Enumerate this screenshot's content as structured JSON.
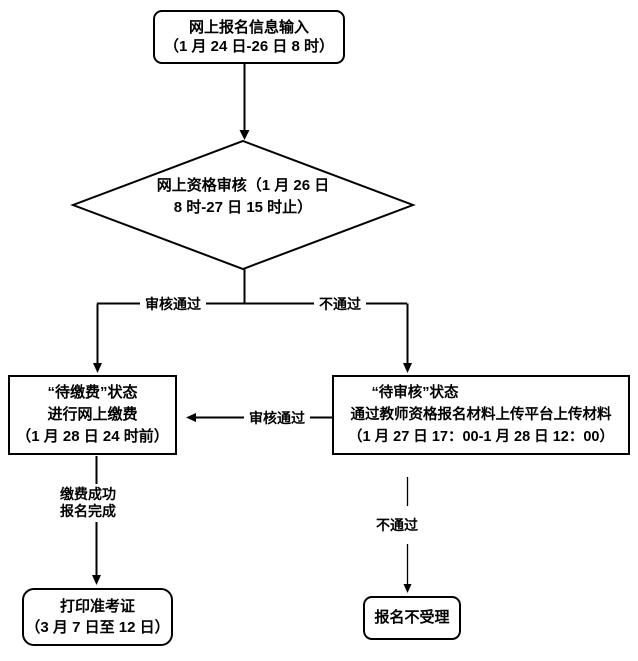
{
  "flow": {
    "background": "#ffffff",
    "line_color": "#000000",
    "text_color": "#000000",
    "nodes": {
      "start": {
        "shape": "rounded-rect",
        "lines": [
          "网上报名信息输入",
          "（1 月 24 日-26 日 8 时）"
        ]
      },
      "review": {
        "shape": "diamond",
        "lines": [
          "网上资格审核（1 月 26 日",
          "8 时-27 日 15 时止）"
        ]
      },
      "payment": {
        "shape": "rect",
        "lines": [
          "“待缴费”状态",
          "进行网上缴费",
          "（1 月 28 日 24 时前）"
        ]
      },
      "upload": {
        "shape": "rect",
        "lines": [
          "“待审核”状态",
          "通过教师资格报名材料上传平台上传材料",
          "（1 月 27 日 17：00-1 月 28 日 12：00）"
        ]
      },
      "print": {
        "shape": "rounded-rect",
        "lines": [
          "打印准考证",
          "（3 月 7 日至 12 日）"
        ]
      },
      "reject": {
        "shape": "rounded-rect",
        "lines": [
          "报名不受理"
        ]
      }
    },
    "edge_labels": {
      "review_pass": "审核通过",
      "review_fail": "不通过",
      "upload_pass": "审核通过",
      "payment_done": [
        "缴费成功",
        "报名完成"
      ],
      "upload_fail": "不通过"
    }
  }
}
